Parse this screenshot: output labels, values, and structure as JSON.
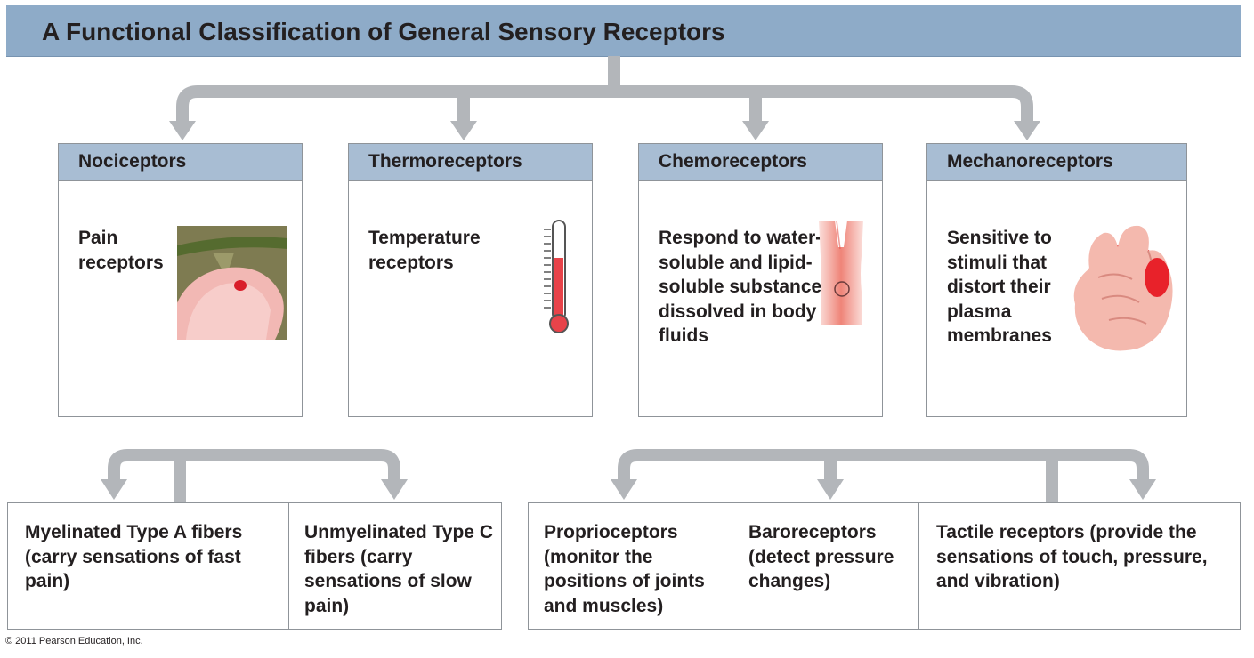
{
  "title": "A Functional Classification of General Sensory Receptors",
  "categories": [
    {
      "name": "Nociceptors",
      "description": "Pain receptors",
      "image": "thorn-pricking-finger"
    },
    {
      "name": "Thermoreceptors",
      "description": "Temperature receptors",
      "image": "thermometer"
    },
    {
      "name": "Chemoreceptors",
      "description": "Respond to water-soluble and lipid-soluble substances dissolved in body fluids",
      "image": "blood-vessel"
    },
    {
      "name": "Mechanoreceptors",
      "description": "Sensitive to stimuli that distort their plasma membranes",
      "image": "hand-squeezing-ball"
    }
  ],
  "nociceptor_types": [
    "Myelinated Type A fibers (carry sensations of fast pain)",
    "Unmyelinated Type C fibers (carry sensations of slow pain)"
  ],
  "mechanoreceptor_types": [
    "Proprioceptors (monitor the positions of joints and muscles)",
    "Baroreceptors (detect pressure changes)",
    "Tactile receptors (provide the sensations of touch, pressure, and vibration)"
  ],
  "copyright": "© 2011 Pearson Education, Inc.",
  "colors": {
    "title_bar": "#8eabc8",
    "box_header": "#a8bdd3",
    "arrow": "#b3b6ba",
    "red": "#e8434a"
  }
}
